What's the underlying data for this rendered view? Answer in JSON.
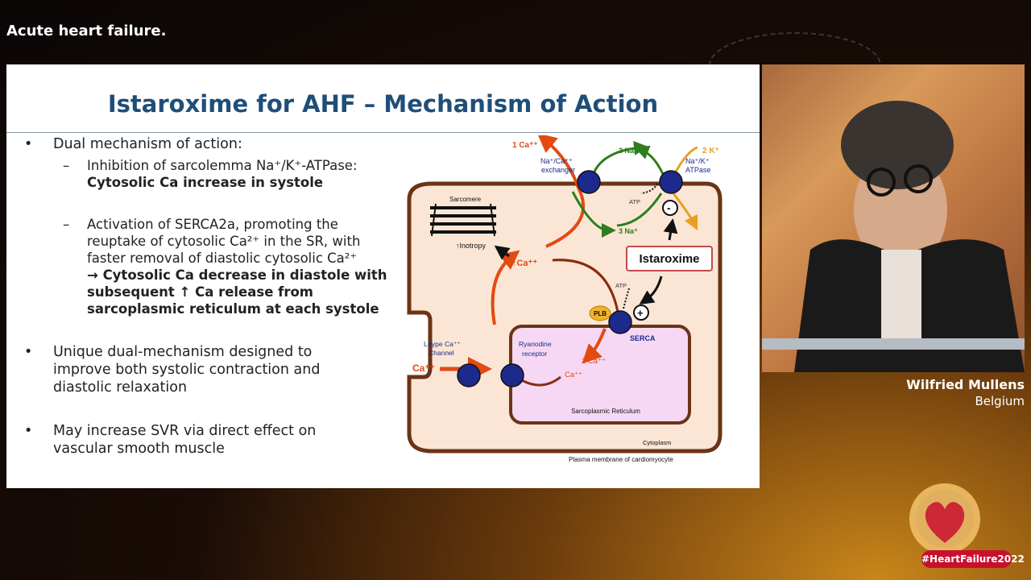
{
  "caption": "Acute heart failure.",
  "slide": {
    "title": "Istaroxime for AHF – Mechanism of Action",
    "bullet1": "Dual mechanism of action:",
    "sub1_line1": "Inhibition of sarcolemma Na⁺/K⁺-ATPase:",
    "sub1_line2": "Cytosolic Ca increase in systole",
    "sub2_line1": "Activation of SERCA2a, promoting the",
    "sub2_line2": "reuptake of cytosolic Ca²⁺ in the SR, with",
    "sub2_line3": "faster removal of diastolic cytosolic Ca²⁺",
    "sub2_line4": "→ Cytosolic Ca decrease in diastole with",
    "sub2_line5": "subsequent ↑ Ca release from",
    "sub2_line6": "sarcoplasmic reticulum at each systole",
    "bullet2_line1": "Unique dual-mechanism designed to",
    "bullet2_line2": "improve both systolic contraction and",
    "bullet2_line3": "diastolic relaxation",
    "bullet3_line1": "May increase SVR via direct effect on",
    "bullet3_line2": "vascular smooth muscle",
    "bullet_symbol": "•",
    "dash_symbol": "–"
  },
  "diagram": {
    "ca_out": "1 Ca⁺⁺",
    "exchanger": [
      "Na⁺/Ca⁺⁺",
      "exchanger"
    ],
    "na3_top": "3 Na⁺",
    "k2": "2 K⁺",
    "atpase": [
      "Na⁺/K⁺",
      "ATPase"
    ],
    "atp": "ATP",
    "na3_bottom": "3 Na⁺",
    "sarcomere": "Sarcomere",
    "inotropy": "↑Inotropy",
    "ca_up": "↑Ca⁺⁺",
    "drug": "Istaroxime",
    "minus": "-",
    "plus": "+",
    "atp2": "ATP",
    "plb": "PLB",
    "serca": "SERCA",
    "ltype": [
      "L-type Ca⁺⁺",
      "Channel"
    ],
    "ryr": [
      "Ryanodine",
      "receptor"
    ],
    "ca_in": "Ca⁺⁺",
    "ca2": "2 Ca⁺⁺",
    "ca_sr": "Ca⁺⁺",
    "sr_label": "Sarcoplasmic Reticulum",
    "cytoplasm": "Cytoplasm",
    "membrane": "Plasma membrane of cardiomyocyte",
    "colors": {
      "membrane": "#6b3416",
      "cytoplasm": "#fbe6d6",
      "sr_fill": "#f6d8f4",
      "channel": "#1c2a8c",
      "ca": "#e24a12",
      "na": "#2e7d1e",
      "k": "#e8a020"
    }
  },
  "speaker": {
    "name": "Wilfried Mullens",
    "country": "Belgium"
  },
  "hashtag": "#HeartFailure2022"
}
